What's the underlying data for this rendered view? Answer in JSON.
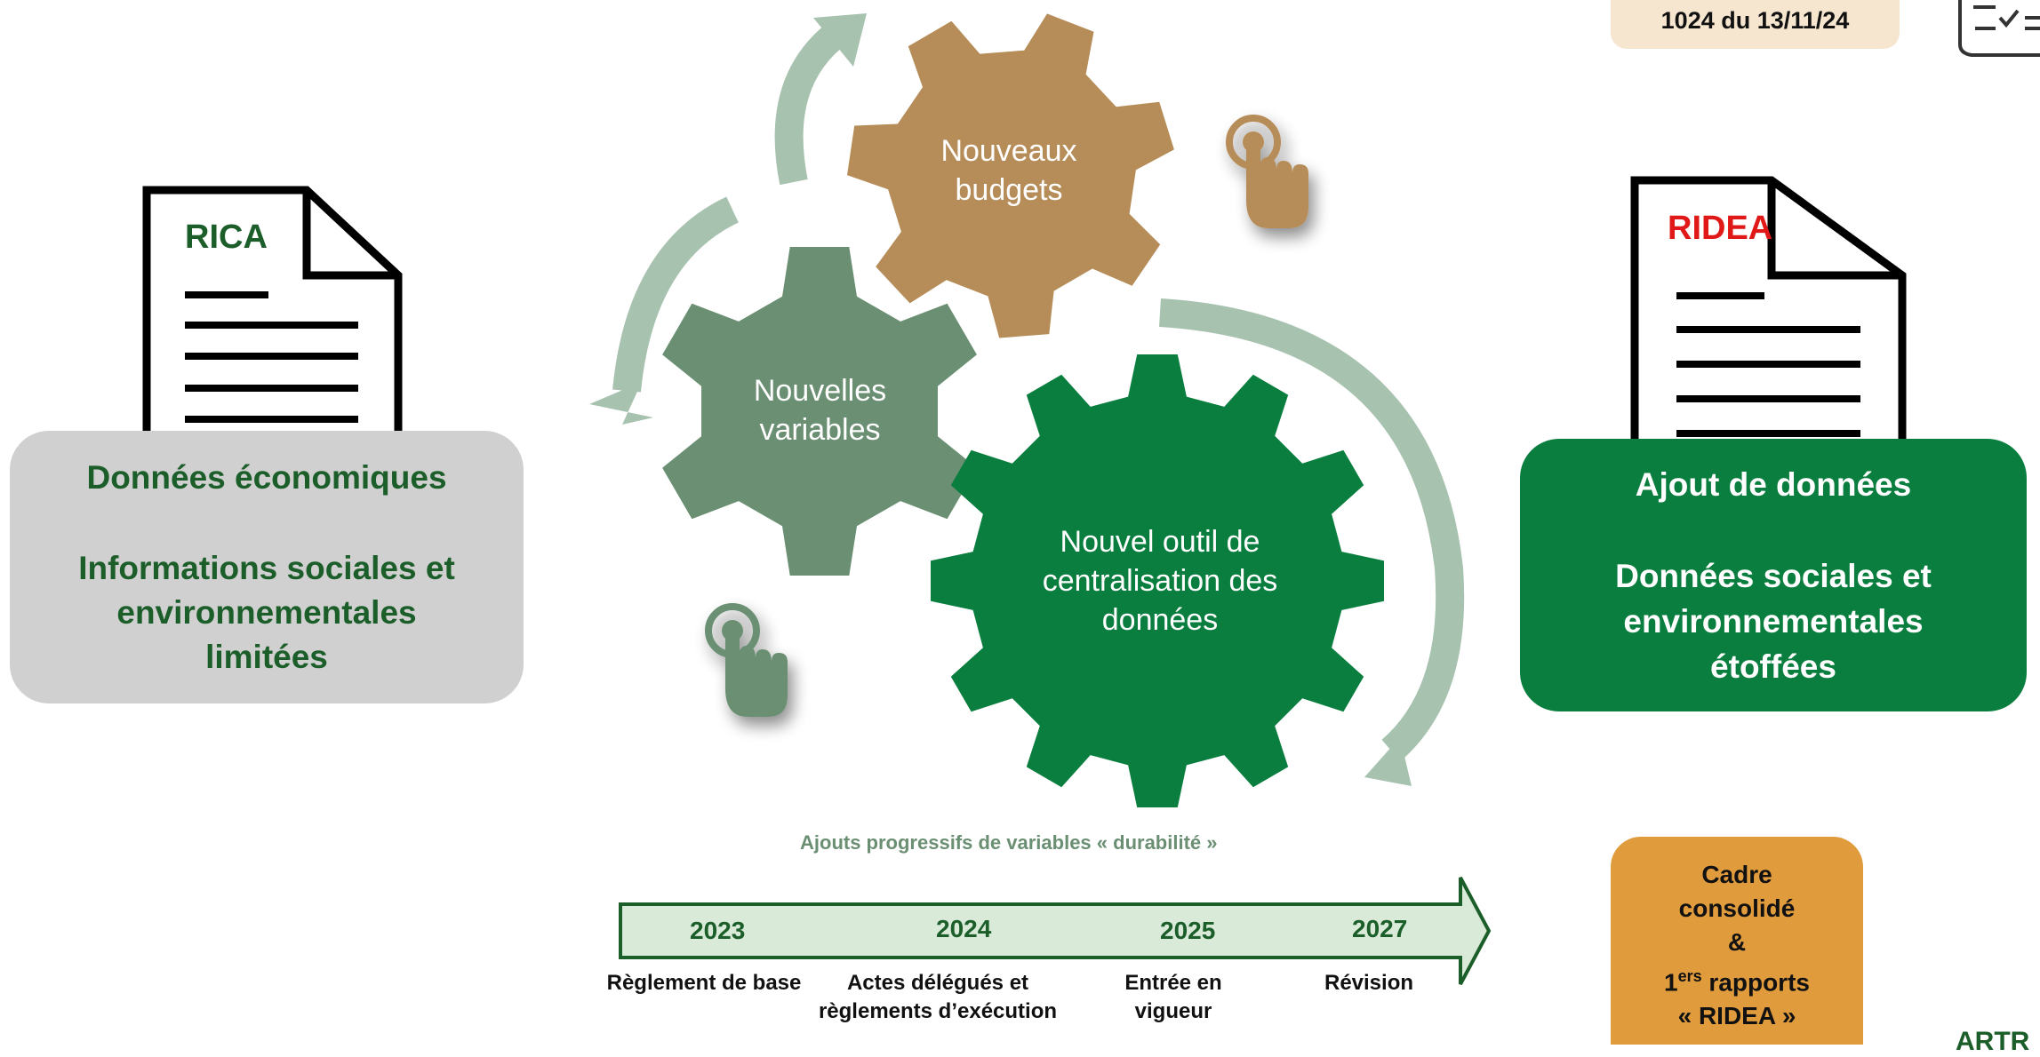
{
  "badge": {
    "text": "1024 du 13/11/24"
  },
  "left_doc": {
    "title": "RICA"
  },
  "right_doc": {
    "title": "RIDEA"
  },
  "left_box": {
    "line1": "Données économiques",
    "line2": "Informations sociales et",
    "line3": "environnementales",
    "line4": "limitées"
  },
  "right_box": {
    "line1": "Ajout de données",
    "line2": "Données sociales et",
    "line3": "environnementales",
    "line4": "étoffées"
  },
  "gears": {
    "budgets": {
      "line1": "Nouveaux",
      "line2": "budgets"
    },
    "variables": {
      "line1": "Nouvelles",
      "line2": "variables"
    },
    "tool": {
      "line1": "Nouvel outil de",
      "line2": "centralisation des",
      "line3": "données"
    }
  },
  "timeline": {
    "caption": "Ajouts progressifs de variables « durabilité »",
    "years": [
      "2023",
      "2024",
      "2025",
      "2027"
    ],
    "labels": [
      {
        "line1": "Règlement de base",
        "line2": ""
      },
      {
        "line1": "Actes délégués et",
        "line2": "règlements d’exécution"
      },
      {
        "line1": "Entrée en",
        "line2": "vigueur"
      },
      {
        "line1": "Révision",
        "line2": ""
      }
    ]
  },
  "orange_box": {
    "line1": "Cadre",
    "line2": "consolidé",
    "line3": "&",
    "line4_main": "1",
    "line4_sup": "ers",
    "line4_rest": " rapports",
    "line5": "« RIDEA »"
  },
  "corner": {
    "text": "ARTR"
  },
  "colors": {
    "dark_green": "#1c5e2a",
    "green": "#0a7e3e",
    "sage": "#6b8f73",
    "tan": "#b68d58",
    "light_arrow": "#a8c2b0",
    "timeline_fill": "#d9ead9",
    "orange": "#e09b3d",
    "red": "#e11818"
  }
}
